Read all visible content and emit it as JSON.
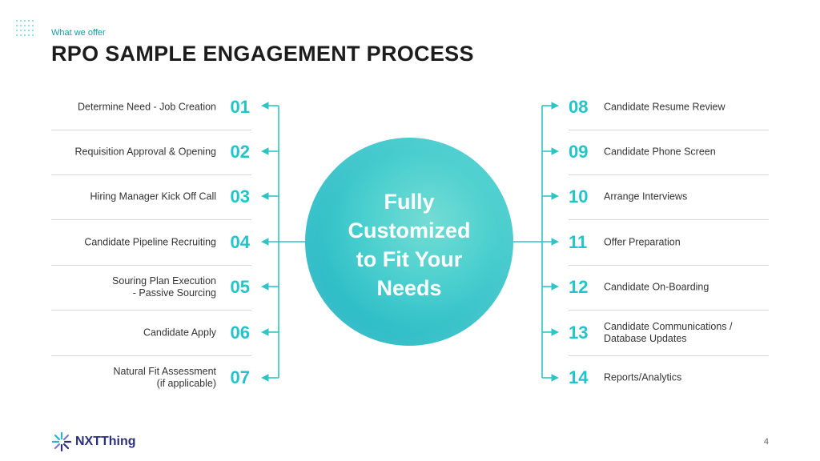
{
  "header": {
    "eyebrow": "What we offer",
    "title": "RPO SAMPLE ENGAGEMENT PROCESS"
  },
  "center": {
    "lines": [
      "Fully",
      "Customized",
      "to Fit Your",
      "Needs"
    ]
  },
  "left_steps": [
    {
      "num": "01",
      "label": "Determine Need - Job Creation"
    },
    {
      "num": "02",
      "label": "Requisition Approval & Opening"
    },
    {
      "num": "03",
      "label": "Hiring Manager Kick Off Call"
    },
    {
      "num": "04",
      "label": "Candidate Pipeline Recruiting"
    },
    {
      "num": "05",
      "label": "Souring Plan Execution\n- Passive Sourcing"
    },
    {
      "num": "06",
      "label": "Candidate Apply"
    },
    {
      "num": "07",
      "label": "Natural Fit Assessment\n(if applicable)"
    }
  ],
  "right_steps": [
    {
      "num": "08",
      "label": "Candidate Resume Review"
    },
    {
      "num": "09",
      "label": "Candidate Phone Screen"
    },
    {
      "num": "10",
      "label": "Arrange Interviews"
    },
    {
      "num": "11",
      "label": "Offer Preparation"
    },
    {
      "num": "12",
      "label": "Candidate On-Boarding"
    },
    {
      "num": "13",
      "label": "Candidate Communications /\nDatabase Updates"
    },
    {
      "num": "14",
      "label": "Reports/Analytics"
    }
  ],
  "footer": {
    "logo_text": "NXTThing",
    "page_number": "4"
  },
  "colors": {
    "accent": "#21c5c9",
    "connector": "#2ec4c4",
    "brand_text": "#2a2f7a"
  }
}
